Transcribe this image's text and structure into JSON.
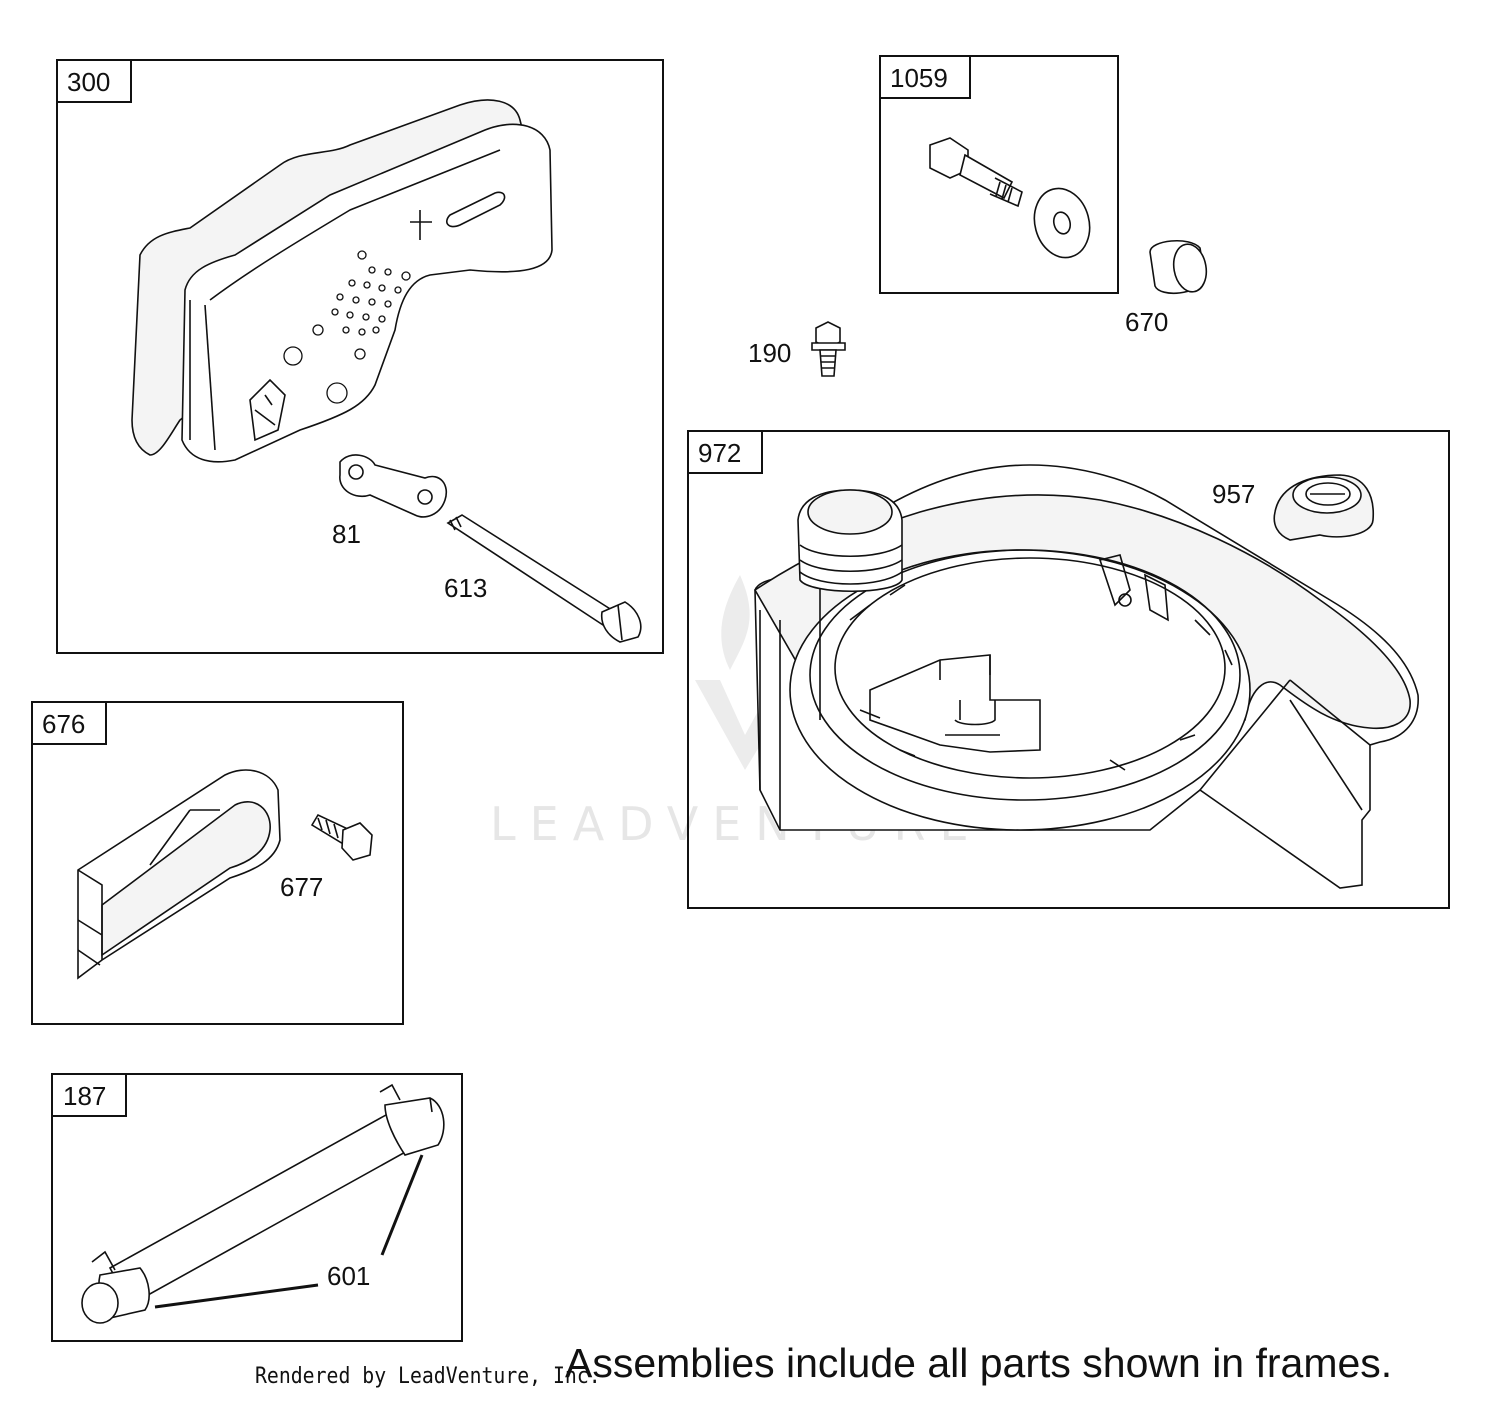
{
  "frames": [
    {
      "id": "300"
    },
    {
      "id": "1059"
    },
    {
      "id": "972"
    },
    {
      "id": "676"
    },
    {
      "id": "187"
    }
  ],
  "callouts": {
    "c81": "81",
    "c613": "613",
    "c190": "190",
    "c670": "670",
    "c957": "957",
    "c677": "677",
    "c601": "601"
  },
  "watermark": "LEADVENTURE",
  "footer": {
    "rendered_by": "Rendered by LeadVenture, Inc.",
    "note": "Assemblies include all parts shown in frames."
  }
}
